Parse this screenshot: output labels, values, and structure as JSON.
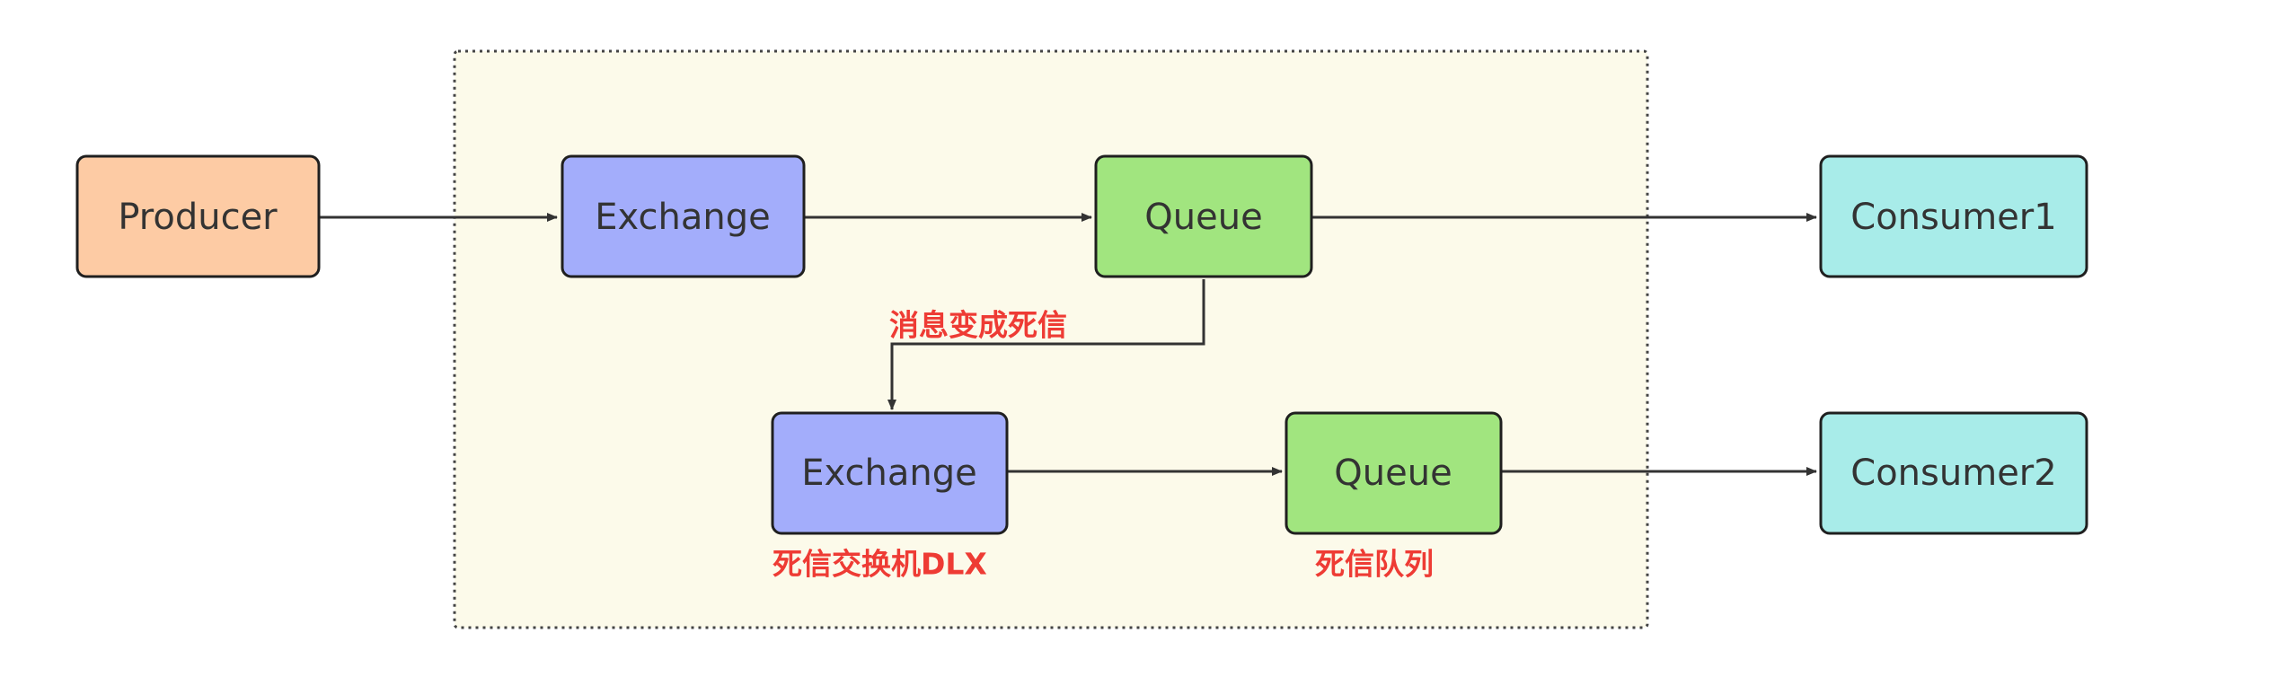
{
  "colors": {
    "producer": "#fdcba4",
    "exchange": "#a3adfb",
    "queue": "#a1e57f",
    "consumer": "#a8ece9",
    "group_bg": "#fcfaea",
    "label_red": "#ee3b34"
  },
  "nodes": {
    "producer": "Producer",
    "exchange_main": "Exchange",
    "queue_main": "Queue",
    "consumer1": "Consumer1",
    "exchange_dlx": "Exchange",
    "queue_dead": "Queue",
    "consumer2": "Consumer2"
  },
  "labels": {
    "message_becomes_dead": "消息变成死信",
    "dead_letter_exchange": "死信交换机DLX",
    "dead_letter_queue": "死信队列"
  }
}
